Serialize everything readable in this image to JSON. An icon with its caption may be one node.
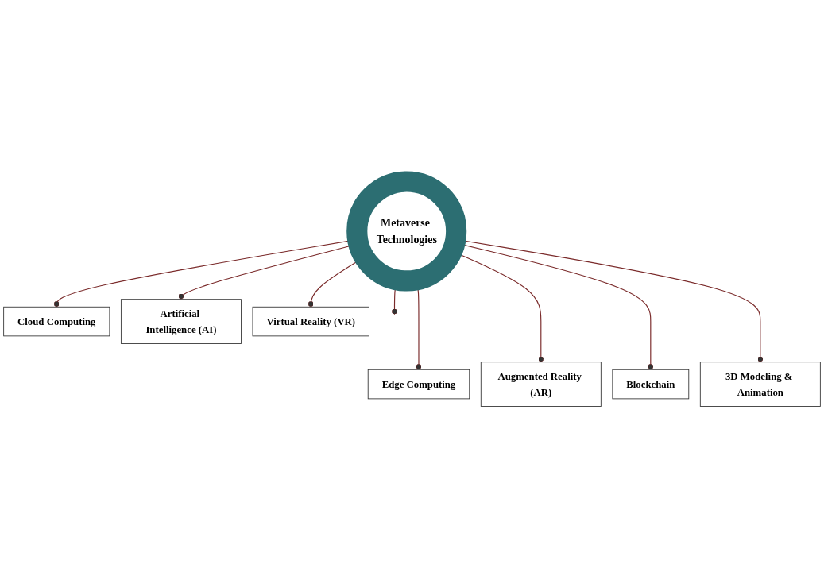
{
  "diagram": {
    "nodes": [
      {
        "text": [
          "Cloud Computing"
        ]
      },
      {
        "text": [
          "3D Modeling & Animation"
        ]
      },
      {
        "text": [
          "Edge Computing"
        ]
      },
      {
        "text": [
          "Metaverse Technologies"
        ]
      },
      {
        "text": [
          "Artificial Intelligence (AI)"
        ]
      },
      {
        "text": [
          "Virtual Reality (VR)"
        ]
      },
      {
        "text": [
          "Blockchain"
        ]
      },
      {
        "text": [
          "Augmented Reality (AR)"
        ]
      }
    ],
    "edges": [
      {
        "from": 3,
        "to": 0,
        "arrow": "other"
      },
      {
        "from": 3,
        "to": 2,
        "arrow": "other"
      },
      {
        "from": 3,
        "to": 5,
        "arrow": "other"
      },
      {
        "from": 3,
        "to": 7,
        "arrow": "other"
      },
      {
        "from": 3,
        "to": null,
        "arrow": "other"
      },
      {
        "from": 3,
        "to": 6,
        "arrow": "other"
      },
      {
        "from": 3,
        "to": 4,
        "arrow": "other"
      },
      {
        "from": 3,
        "to": 1,
        "arrow": "other"
      }
    ]
  }
}
